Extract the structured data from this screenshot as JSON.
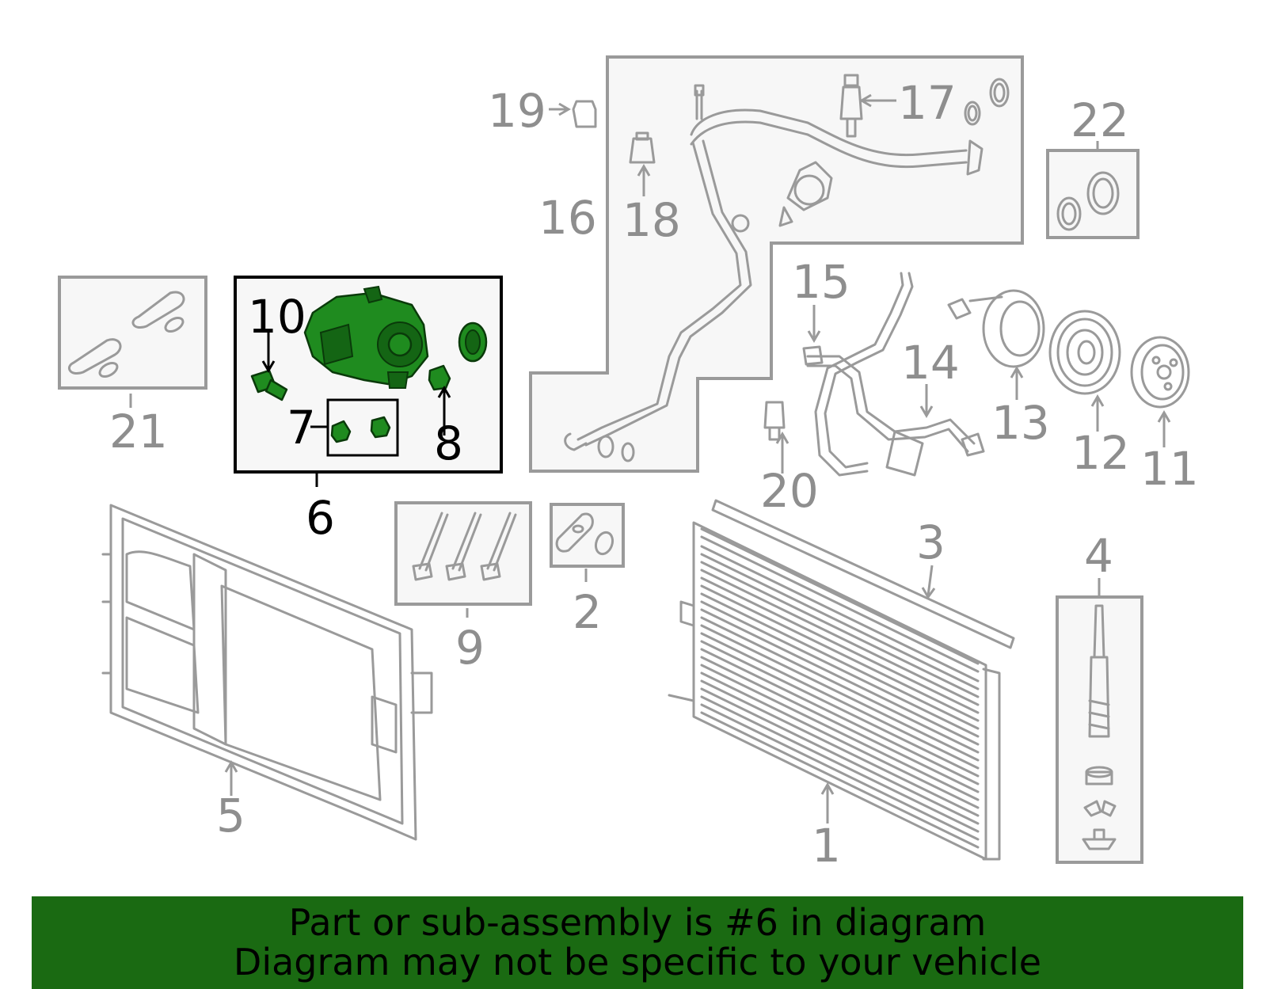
{
  "callouts": {
    "c1": "1",
    "c2": "2",
    "c3": "3",
    "c4": "4",
    "c5": "5",
    "c6": "6",
    "c7": "7",
    "c8": "8",
    "c9": "9",
    "c10": "10",
    "c11": "11",
    "c12": "12",
    "c13": "13",
    "c14": "14",
    "c15": "15",
    "c16": "16",
    "c17": "17",
    "c18": "18",
    "c19": "19",
    "c20": "20",
    "c21": "21",
    "c22": "22"
  },
  "highlight": {
    "part_number": "6",
    "color": "#1f8b1f"
  },
  "banner": {
    "line1": "Part or sub-assembly is #6 in diagram",
    "line2": "Diagram may not be specific to your vehicle",
    "background": "#1a6a12"
  },
  "colors": {
    "line": "#9a9a9a",
    "panel_fill": "#f7f7f7"
  }
}
